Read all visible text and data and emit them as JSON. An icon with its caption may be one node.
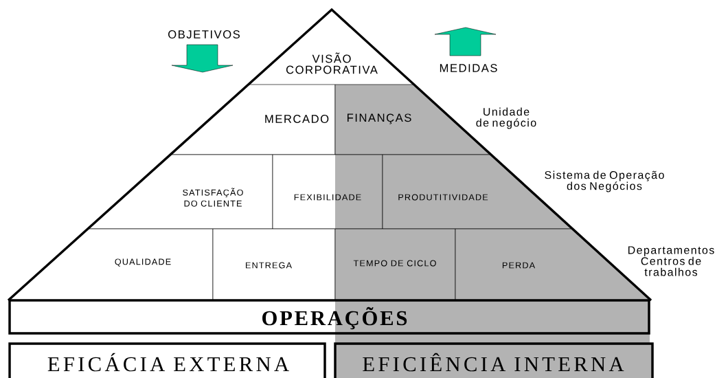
{
  "diagram": {
    "nodes": [
      {
        "text": [
          "VISÃO CORPORATIVA"
        ]
      },
      {
        "text": [
          "MERCADO"
        ]
      },
      {
        "text": [
          "FINANÇAS"
        ]
      },
      {
        "text": [
          "SATISFAÇÃO DO CLIENTE"
        ]
      },
      {
        "text": [
          "FEXIBILIDADE"
        ]
      },
      {
        "text": [
          "PRODUTITIVIDADE"
        ]
      },
      {
        "text": [
          "QUALIDADE"
        ]
      },
      {
        "text": [
          "ENTREGA"
        ]
      },
      {
        "text": [
          "TEMPO DE CICLO"
        ]
      },
      {
        "text": [
          "PERDA"
        ]
      },
      {
        "text": [
          "OPERAÇÕES"
        ]
      },
      {
        "text": [
          "EFICÁCIA EXTERNA"
        ]
      },
      {
        "text": [
          "EFICIÊNCIA INTERNA"
        ]
      }
    ],
    "labels": [
      "OBJETIVOS",
      "MEDIDAS",
      "Unidade de negócio",
      "Sistema de Operação dos Negócios",
      "Departamentos Centros de trabalhos"
    ]
  }
}
